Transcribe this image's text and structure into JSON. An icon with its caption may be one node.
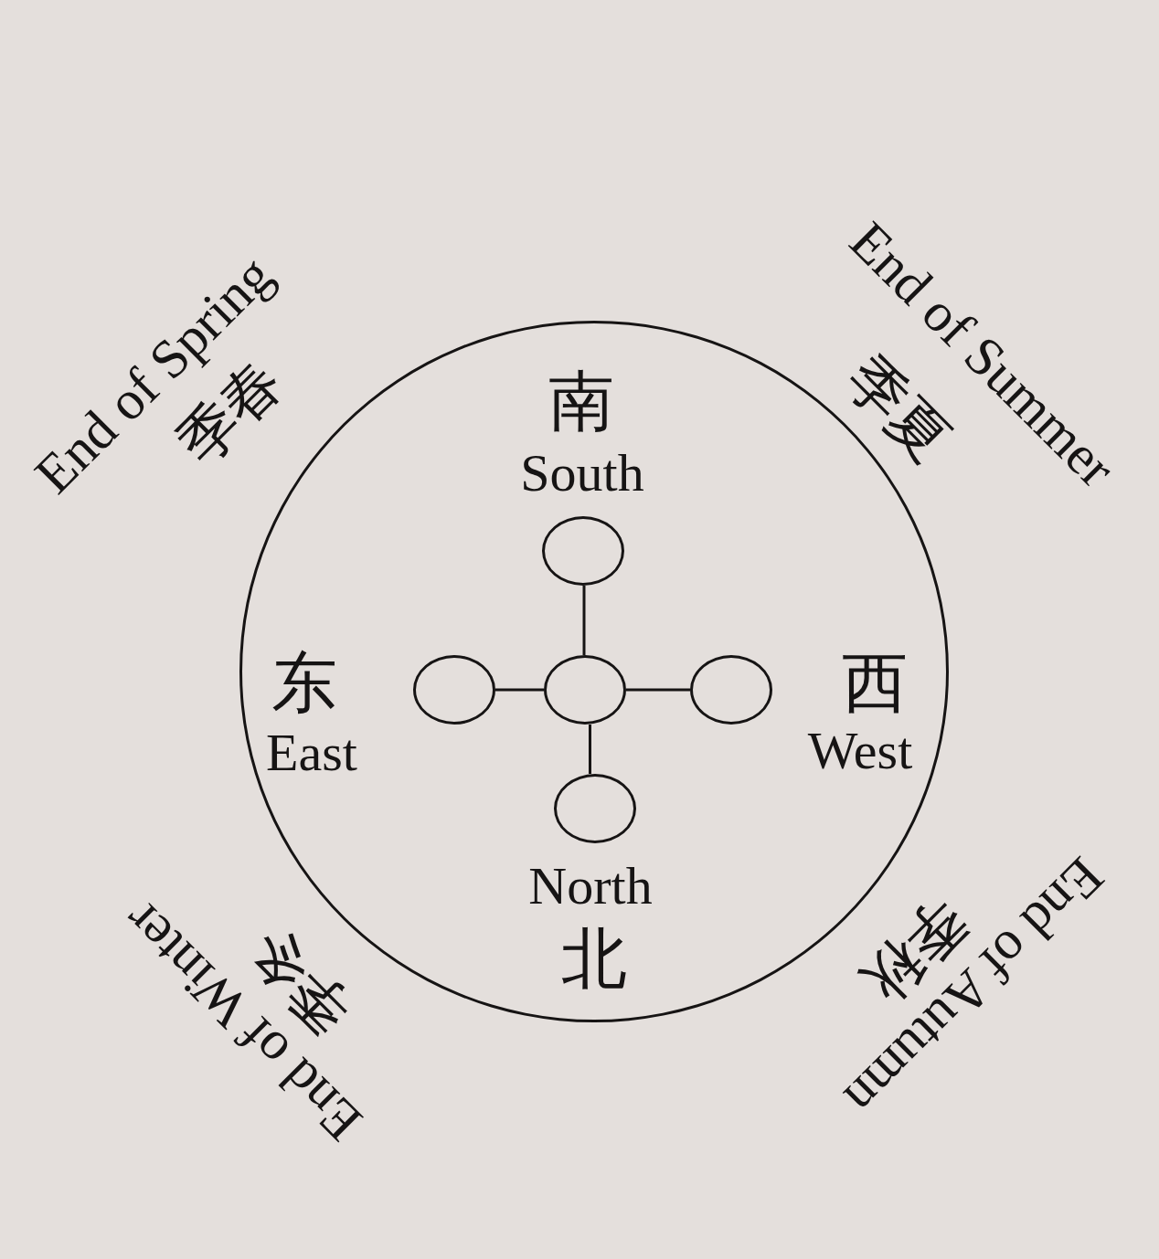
{
  "diagram": {
    "nodes": [
      {
        "text": [],
        "shape": "circle"
      },
      {
        "text": [],
        "shape": "circle",
        "in": 0
      },
      {
        "text": [],
        "shape": "circle",
        "in": 0
      },
      {
        "text": [],
        "shape": "circle",
        "in": 0
      },
      {
        "text": [],
        "shape": "circle",
        "in": 0
      },
      {
        "text": [],
        "shape": "circle",
        "in": 0
      }
    ],
    "edges": [
      {
        "from": 3,
        "to": 1,
        "arrow": "none"
      },
      {
        "from": 2,
        "to": 3,
        "arrow": "none"
      },
      {
        "from": 3,
        "to": 4,
        "arrow": "none"
      },
      {
        "from": 3,
        "to": 5,
        "arrow": "none"
      }
    ],
    "labels": [
      "End of Spring",
      "季春",
      "End of Summer",
      "季夏",
      "南",
      "South",
      "东",
      "East",
      "西",
      "West",
      "North",
      "北",
      "End of Winter",
      "季冬",
      "End of Autumn",
      "季秋"
    ]
  }
}
